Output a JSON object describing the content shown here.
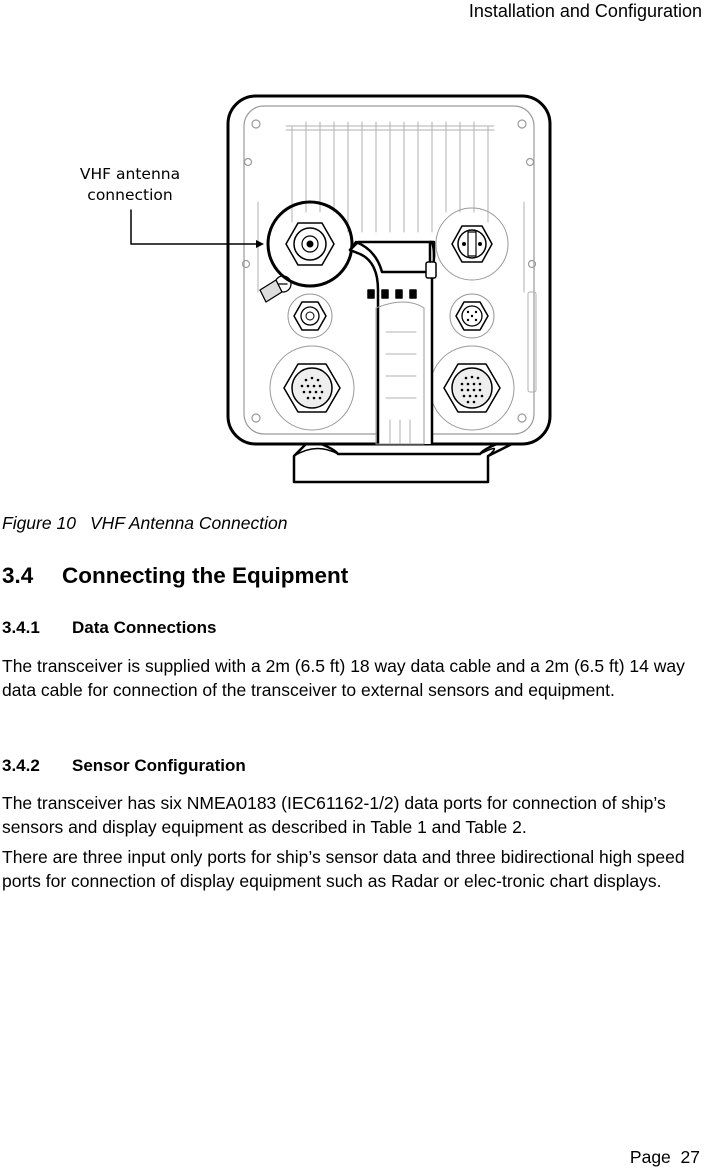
{
  "header": {
    "title": "Installation and Configuration"
  },
  "figure": {
    "callout_line1": "VHF antenna",
    "callout_line2": "connection",
    "caption_number": "Figure 10",
    "caption_title": "VHF Antenna Connection"
  },
  "section": {
    "number": "3.4",
    "title": "Connecting the Equipment",
    "subsections": [
      {
        "number": "3.4.1",
        "title": "Data Connections",
        "paragraphs": [
          "The transceiver is supplied with a 2m (6.5 ft) 18 way data cable and a 2m (6.5 ft) 14 way data cable for connection of the transceiver to external sensors and equipment."
        ]
      },
      {
        "number": "3.4.2",
        "title": "Sensor Configuration",
        "paragraphs": [
          "The transceiver has six NMEA0183 (IEC61162-1/2) data ports for connection of ship’s sensors and display equipment as described in Table 1 and Table 2.",
          "There are three input only ports for ship’s sensor data and three bidirectional high speed ports for connection of display equipment such as Radar or elec-tronic chart displays."
        ]
      }
    ]
  },
  "footer": {
    "page_label": "Page",
    "page_number": "27"
  }
}
